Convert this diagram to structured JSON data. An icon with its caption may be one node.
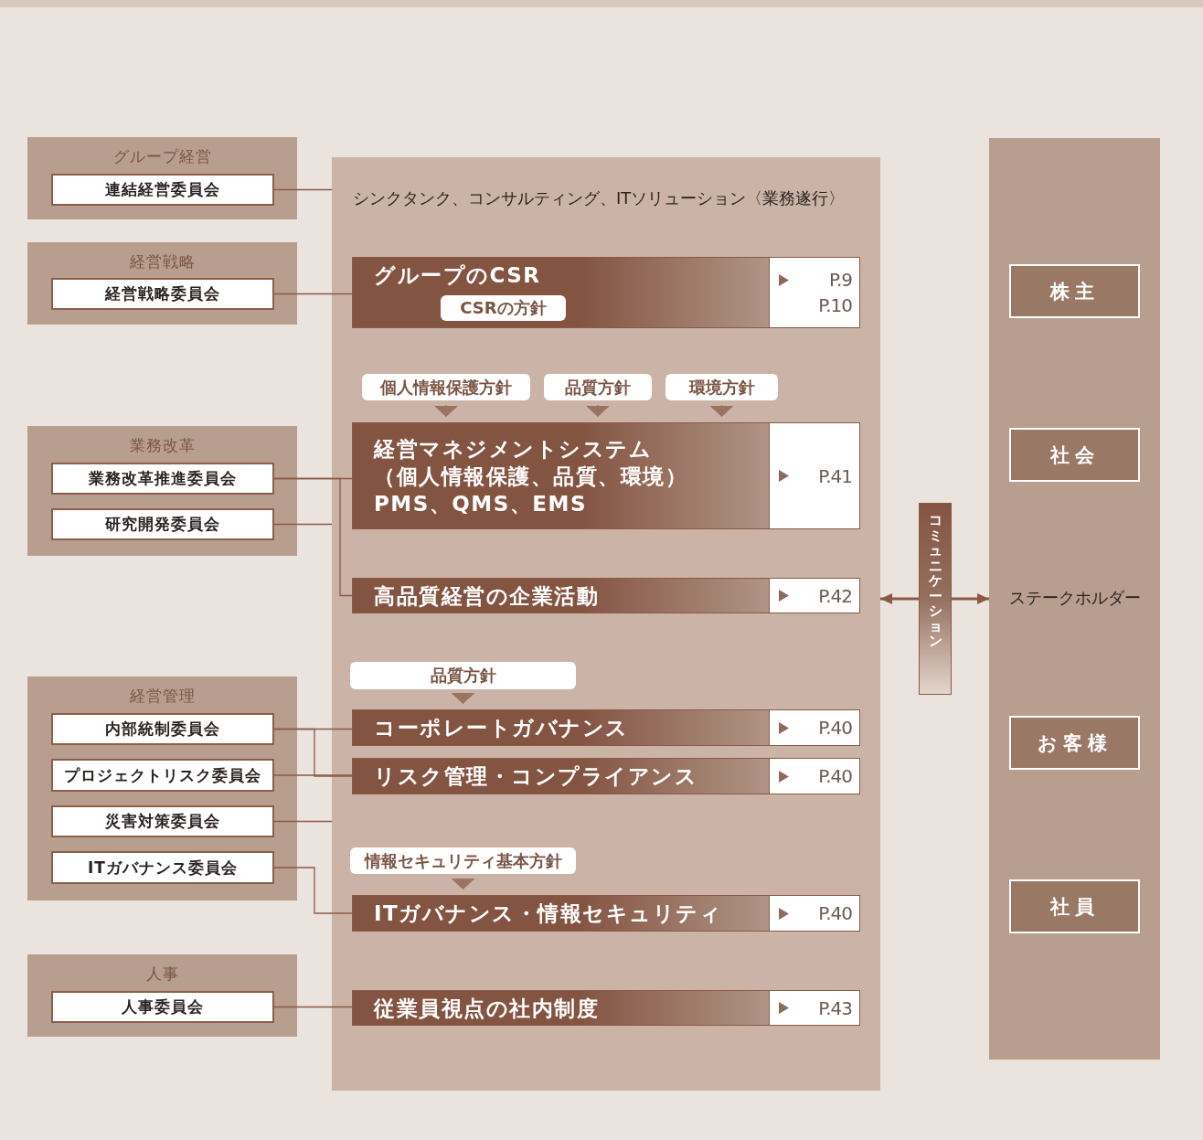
{
  "diagram": {
    "nodes": [
      {
        "text": [
          "グループ経営"
        ]
      },
      {
        "text": [
          "連結経営委員会"
        ],
        "in": 0
      },
      {
        "text": [
          "経営戦略"
        ]
      },
      {
        "text": [
          "経営戦略委員会"
        ],
        "in": 2
      },
      {
        "text": [
          "業務改革"
        ]
      },
      {
        "text": [
          "業務改革推進委員会"
        ],
        "in": 4
      },
      {
        "text": [
          "研究開発委員会"
        ],
        "in": 4
      },
      {
        "text": [
          "経営管理"
        ]
      },
      {
        "text": [
          "内部統制委員会"
        ],
        "in": 7
      },
      {
        "text": [
          "プロジェクトリスク委員会"
        ],
        "in": 7
      },
      {
        "text": [
          "災害対策委員会"
        ],
        "in": 7
      },
      {
        "text": [
          "ITガバナンス委員会"
        ],
        "in": 7
      },
      {
        "text": [
          "人事"
        ]
      },
      {
        "text": [
          "人事委員会"
        ],
        "in": 12
      },
      {
        "text": [
          "シンクタンク、コンサルティング、ITソリューション〈業務遂行〉"
        ]
      },
      {
        "text": [
          "グループのCSR",
          "P.9",
          "P.10"
        ],
        "in": 14
      },
      {
        "text": [
          "CSRの方針"
        ],
        "in": 15
      },
      {
        "text": [
          "個人情報保護方針"
        ],
        "in": 14
      },
      {
        "text": [
          "品質方針"
        ],
        "in": 14
      },
      {
        "text": [
          "環境方針"
        ],
        "in": 14
      },
      {
        "text": [
          "経営マネジメントシステム",
          "（個人情報保護、品質、環境）",
          "PMS、QMS、EMS",
          "P.41"
        ],
        "in": 14
      },
      {
        "text": [
          "高品質経営の企業活動",
          "P.42"
        ],
        "in": 14
      },
      {
        "text": [
          "品質方針"
        ],
        "in": 14
      },
      {
        "text": [
          "コーポレートガバナンス",
          "P.40"
        ],
        "in": 14
      },
      {
        "text": [
          "リスク管理・コンプライアンス",
          "P.40"
        ],
        "in": 14
      },
      {
        "text": [
          "情報セキュリティ基本方針"
        ],
        "in": 14
      },
      {
        "text": [
          "ITガバナンス・情報セキュリティ",
          "P.40"
        ],
        "in": 14
      },
      {
        "text": [
          "従業員視点の社内制度",
          "P.43"
        ],
        "in": 14
      },
      {
        "text": [
          "コミュニケーション"
        ]
      },
      {
        "text": [
          "ステークホルダー"
        ]
      },
      {
        "text": [
          "株主"
        ],
        "in": 29
      },
      {
        "text": [
          "社会"
        ],
        "in": 29
      },
      {
        "text": [
          "お客様"
        ],
        "in": 29
      },
      {
        "text": [
          "社員"
        ],
        "in": 29
      }
    ],
    "edges": [
      {
        "from": 1,
        "to": 14,
        "arrow": "none"
      },
      {
        "from": 3,
        "to": 15,
        "arrow": "none"
      },
      {
        "from": 5,
        "to": 20,
        "arrow": "none"
      },
      {
        "from": 5,
        "to": 21,
        "arrow": "none"
      },
      {
        "from": 6,
        "to": 14,
        "arrow": "none"
      },
      {
        "from": 8,
        "to": 23,
        "arrow": "none"
      },
      {
        "from": 8,
        "to": 24,
        "arrow": "none"
      },
      {
        "from": 9,
        "to": 24,
        "arrow": "none"
      },
      {
        "from": 10,
        "to": 14,
        "arrow": "none"
      },
      {
        "from": 11,
        "to": 26,
        "arrow": "none"
      },
      {
        "from": 13,
        "to": 27,
        "arrow": "none"
      },
      {
        "from": 17,
        "to": 20,
        "arrow": "to"
      },
      {
        "from": 18,
        "to": 20,
        "arrow": "to"
      },
      {
        "from": 19,
        "to": 20,
        "arrow": "to"
      },
      {
        "from": 22,
        "to": 23,
        "arrow": "to"
      },
      {
        "from": 25,
        "to": 26,
        "arrow": "to"
      },
      {
        "from": 28,
        "to": 14,
        "arrow": "to"
      },
      {
        "from": 28,
        "to": 29,
        "arrow": "to"
      }
    ]
  }
}
